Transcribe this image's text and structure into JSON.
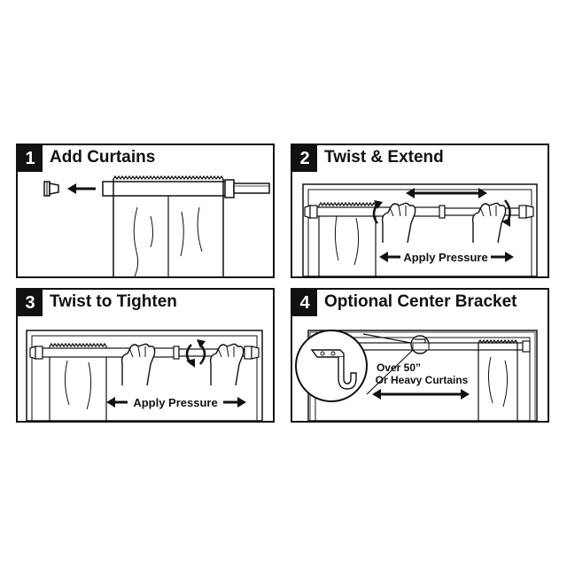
{
  "steps": [
    {
      "number": "1",
      "title": "Add Curtains"
    },
    {
      "number": "2",
      "title": "Twist & Extend",
      "caption": "Apply Pressure"
    },
    {
      "number": "3",
      "title": "Twist to Tighten",
      "caption": "Apply Pressure"
    },
    {
      "number": "4",
      "title": "Optional Center Bracket",
      "caption_line1": "Over 50”",
      "caption_line2": "Or Heavy Curtains"
    }
  ]
}
